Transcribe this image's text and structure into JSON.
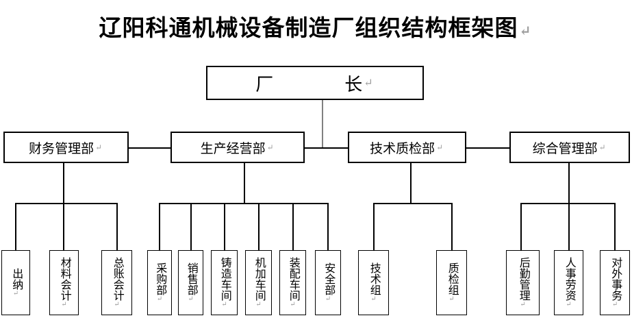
{
  "colors": {
    "background": "#ffffff",
    "text": "#000000",
    "line": "#000000",
    "root_stem_line": "#808080",
    "paragraph_mark": "#9e9e9e"
  },
  "title": "辽阳科通机械设备制造厂组织结构框架图",
  "paragraph_mark": "↵",
  "root": {
    "label": "厂　　　　长"
  },
  "departments": [
    {
      "label": "财务管理部",
      "children": [
        "出纳",
        "材料会计",
        "总账会计"
      ]
    },
    {
      "label": "生产经营部",
      "children": [
        "采购部",
        "销售部",
        "铸造车间",
        "机加车间",
        "装配车间",
        "安全部"
      ]
    },
    {
      "label": "技术质检部",
      "children": [
        "技术组",
        "质检组"
      ]
    },
    {
      "label": "综合管理部",
      "children": [
        "后勤管理",
        "人事劳资",
        "对外事务"
      ]
    }
  ]
}
